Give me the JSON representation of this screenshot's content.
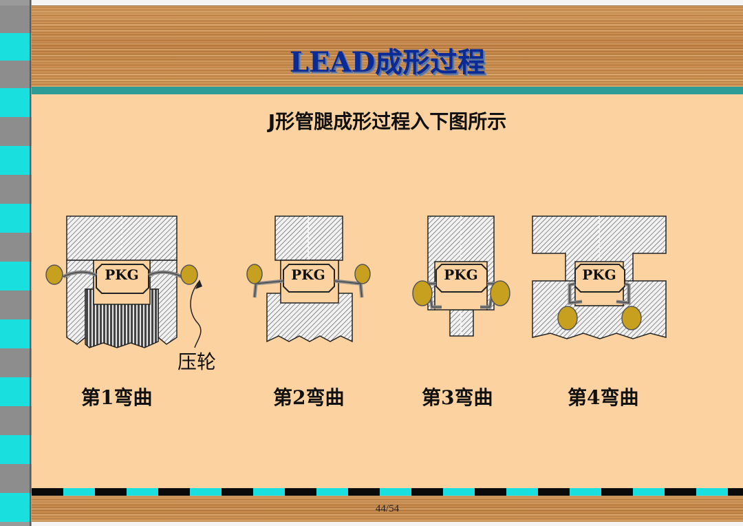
{
  "title": "LEAD成形过程",
  "subtitle": "J形管腿成形过程入下图所示",
  "package_label": "PKG",
  "callout_label": "压轮",
  "steps": [
    {
      "label": "第1弯曲"
    },
    {
      "label": "第2弯曲"
    },
    {
      "label": "第3弯曲"
    },
    {
      "label": "第4弯曲"
    }
  ],
  "page_number": "44/54",
  "colors": {
    "title": "#0a2a96",
    "teal": "#2e9c96",
    "body_background": "#fcd2a0",
    "roller": "#c8a020",
    "lead": "#a8a8a8"
  }
}
